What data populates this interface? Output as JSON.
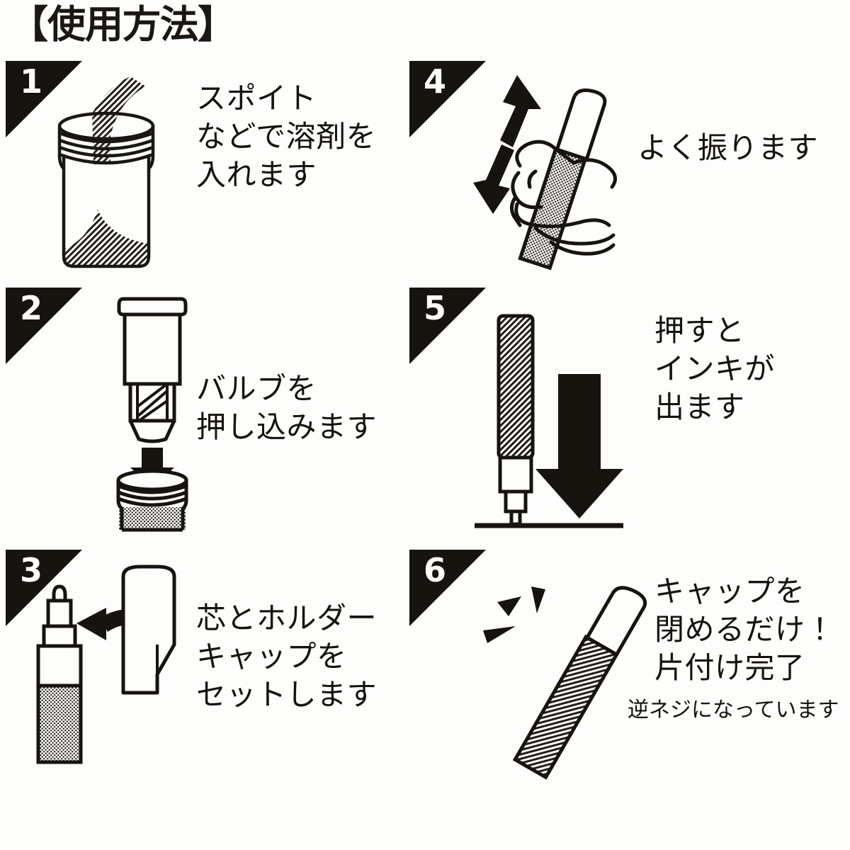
{
  "document": {
    "title": "【使用方法】",
    "language": "ja",
    "background_color": "#fdfdfb",
    "ink_color": "#17130f"
  },
  "steps": [
    {
      "number": "1",
      "caption": "スポイト\nなどで溶剤を\n入れます",
      "illustration": "bottle-with-dropper"
    },
    {
      "number": "2",
      "caption": "バルブを\n押し込みます",
      "illustration": "valve-into-bottle"
    },
    {
      "number": "3",
      "caption": "芯とホルダー\nキャップを\nセットします",
      "illustration": "nib-and-holder-cap"
    },
    {
      "number": "4",
      "caption": "よく振ります",
      "illustration": "hand-shaking-pen"
    },
    {
      "number": "5",
      "caption": "押すと\nインキが\n出ます",
      "illustration": "pen-pressed-on-surface"
    },
    {
      "number": "6",
      "caption": "キャップを\n閉めるだけ！\n片付け完了",
      "subcaption": "逆ネジになっています",
      "illustration": "capped-pen-done"
    }
  ]
}
